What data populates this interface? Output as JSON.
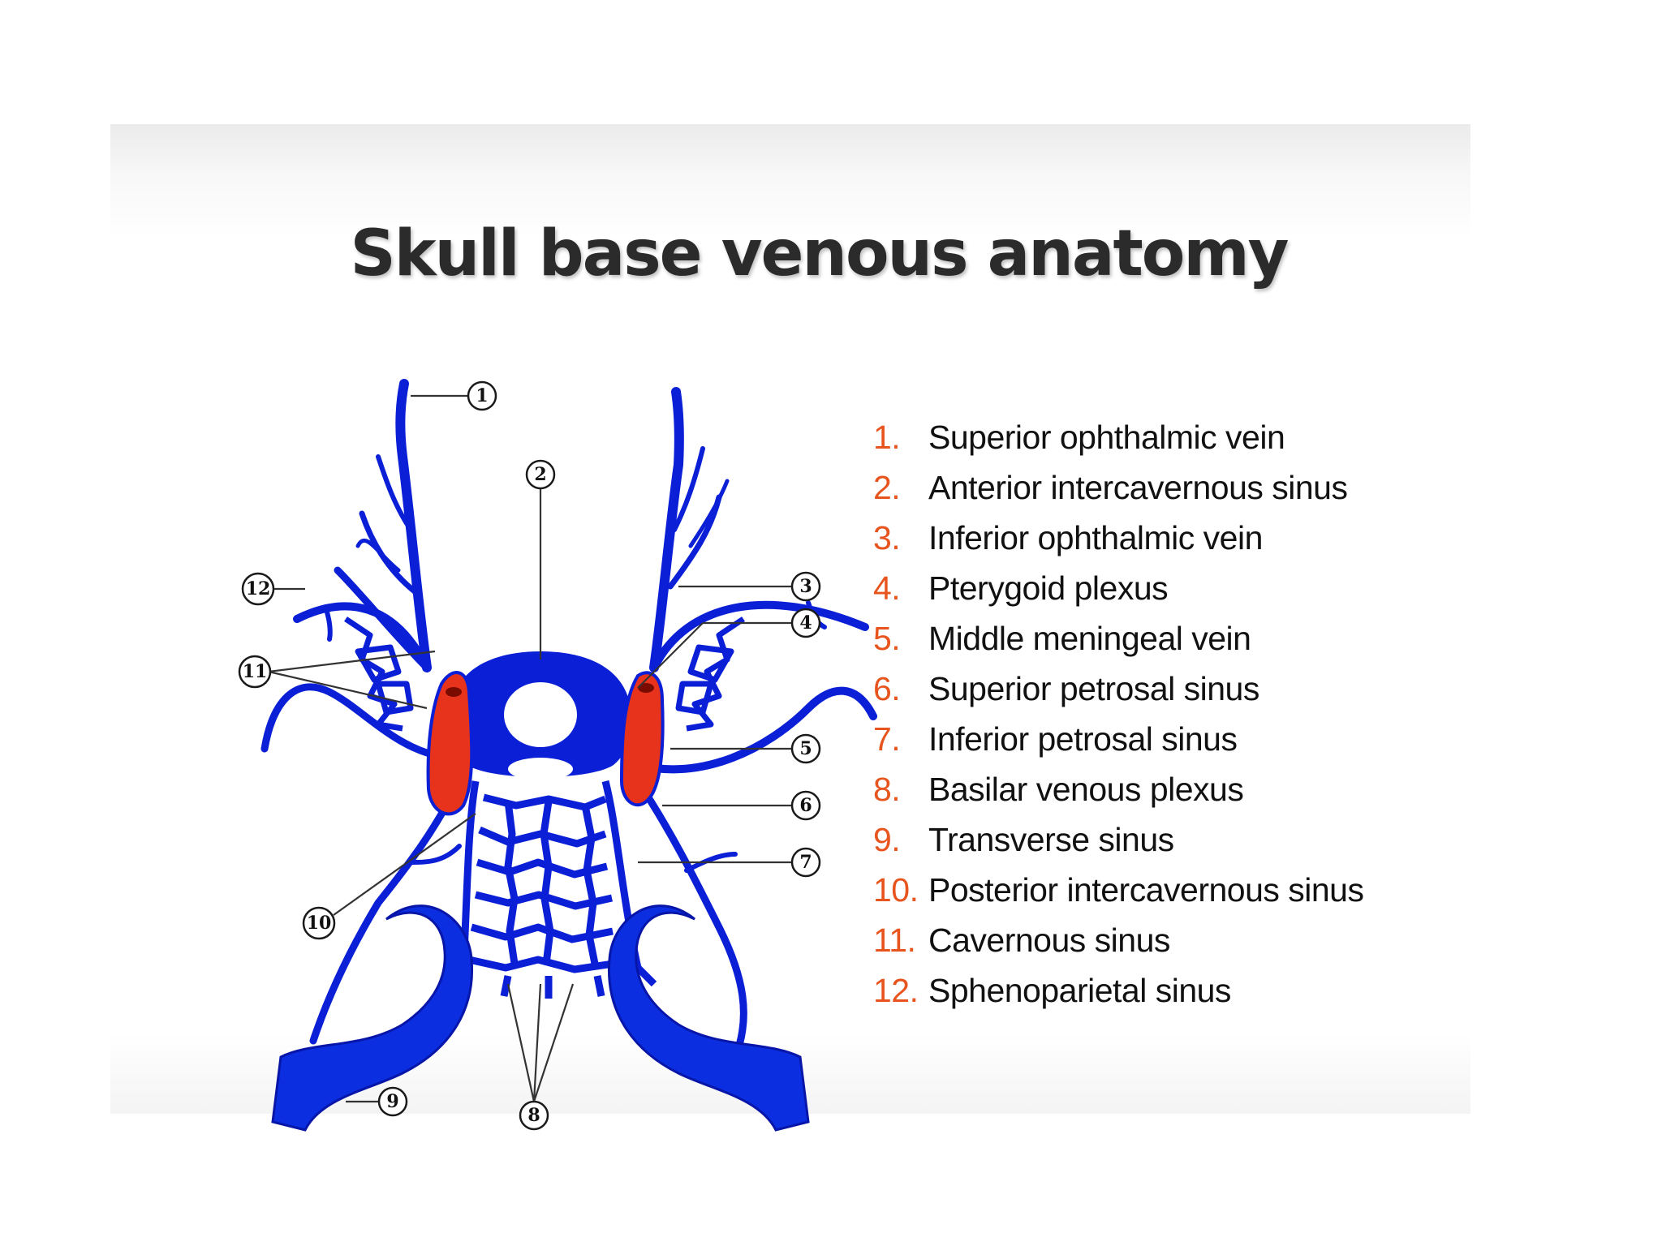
{
  "title": "Skull base venous anatomy",
  "colors": {
    "vein": "#0a1fd6",
    "sinus_red": "#e8331c",
    "numbers": "#e8541e",
    "title": "#2b2b2b"
  },
  "callouts": [
    "1",
    "2",
    "3",
    "4",
    "5",
    "6",
    "7",
    "8",
    "9",
    "10",
    "11",
    "12"
  ],
  "legend": [
    {
      "num": "1.",
      "label": "Superior ophthalmic vein"
    },
    {
      "num": "2.",
      "label": "Anterior intercavernous sinus"
    },
    {
      "num": "3.",
      "label": "Inferior ophthalmic vein"
    },
    {
      "num": "4.",
      "label": "Pterygoid plexus"
    },
    {
      "num": "5.",
      "label": "Middle meningeal vein"
    },
    {
      "num": "6.",
      "label": "Superior petrosal sinus"
    },
    {
      "num": "7.",
      "label": "Inferior petrosal sinus"
    },
    {
      "num": "8.",
      "label": "Basilar venous plexus"
    },
    {
      "num": "9.",
      "label": "Transverse sinus"
    },
    {
      "num": "10.",
      "label": "Posterior intercavernous sinus"
    },
    {
      "num": "11.",
      "label": "Cavernous sinus"
    },
    {
      "num": "12.",
      "label": "Sphenoparietal sinus"
    }
  ]
}
